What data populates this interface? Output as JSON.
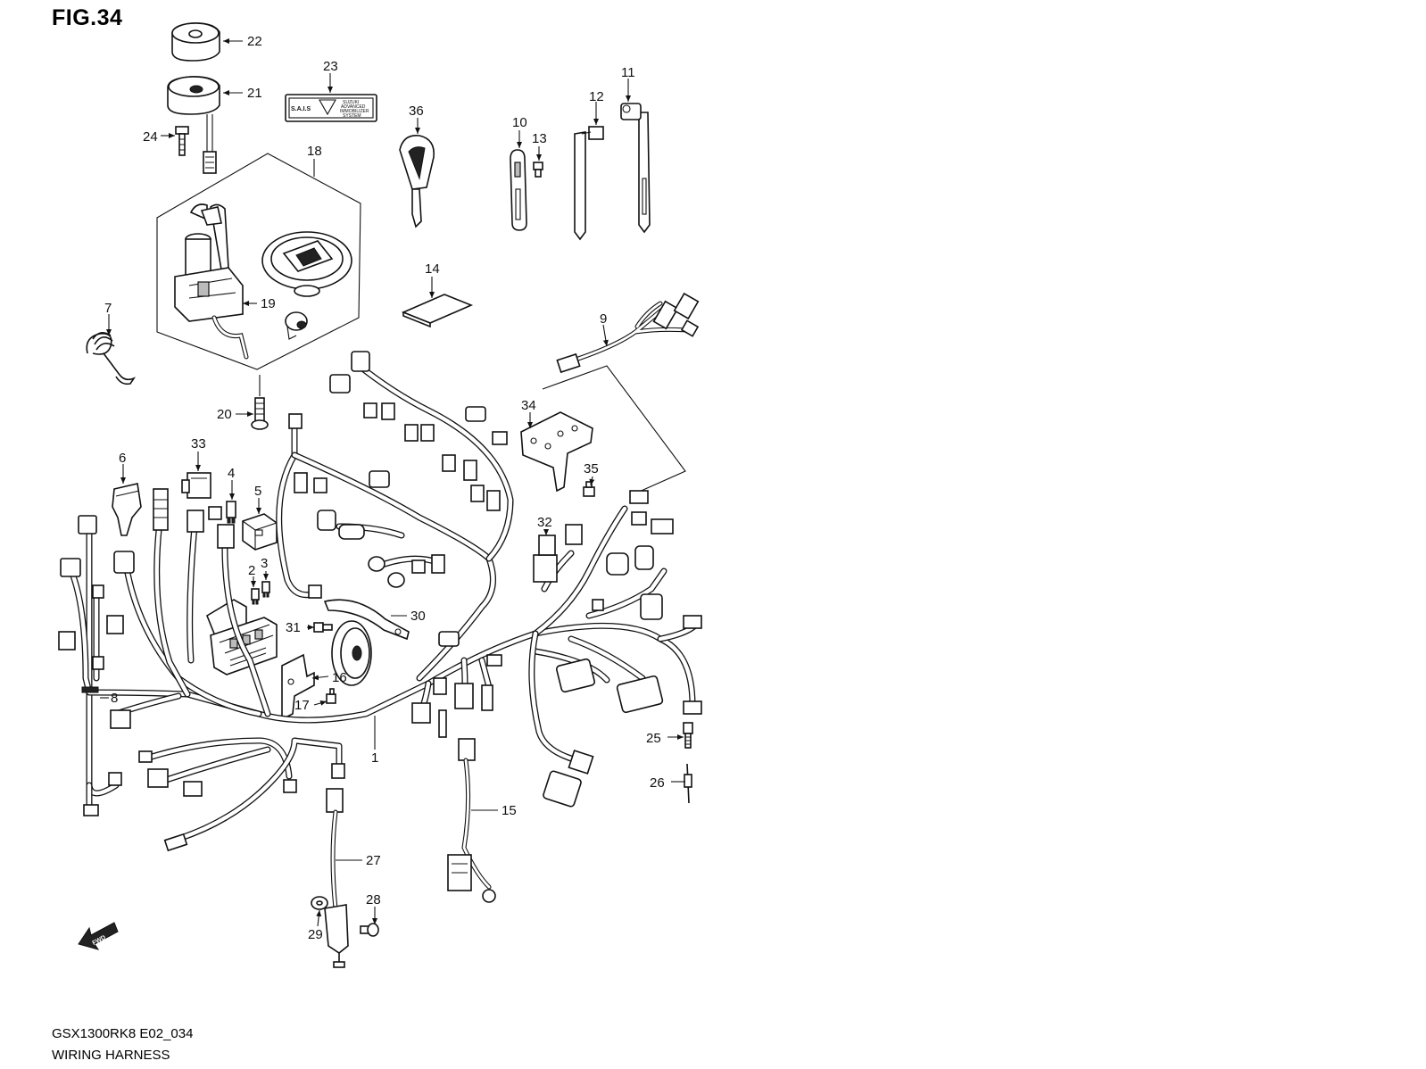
{
  "figure_title": "FIG.34",
  "model_code": "GSX1300RK8 E02_034",
  "subtitle": "WIRING HARNESS",
  "decal_text": {
    "emblem": "S.A.I.S",
    "line1": "SUZUKI",
    "line2": "ADVANCED",
    "line3": "IMMOBILIZER",
    "line4": "SYSTEM"
  },
  "fwd_label": "FWD",
  "callouts": [
    "1",
    "2",
    "3",
    "4",
    "5",
    "6",
    "7",
    "8",
    "9",
    "10",
    "11",
    "12",
    "13",
    "14",
    "15",
    "16",
    "17",
    "18",
    "19",
    "20",
    "21",
    "22",
    "23",
    "24",
    "25",
    "26",
    "27",
    "28",
    "29",
    "30",
    "31",
    "32",
    "33",
    "34",
    "35",
    "36"
  ],
  "icons": [
    "forward-arrow-icon"
  ]
}
